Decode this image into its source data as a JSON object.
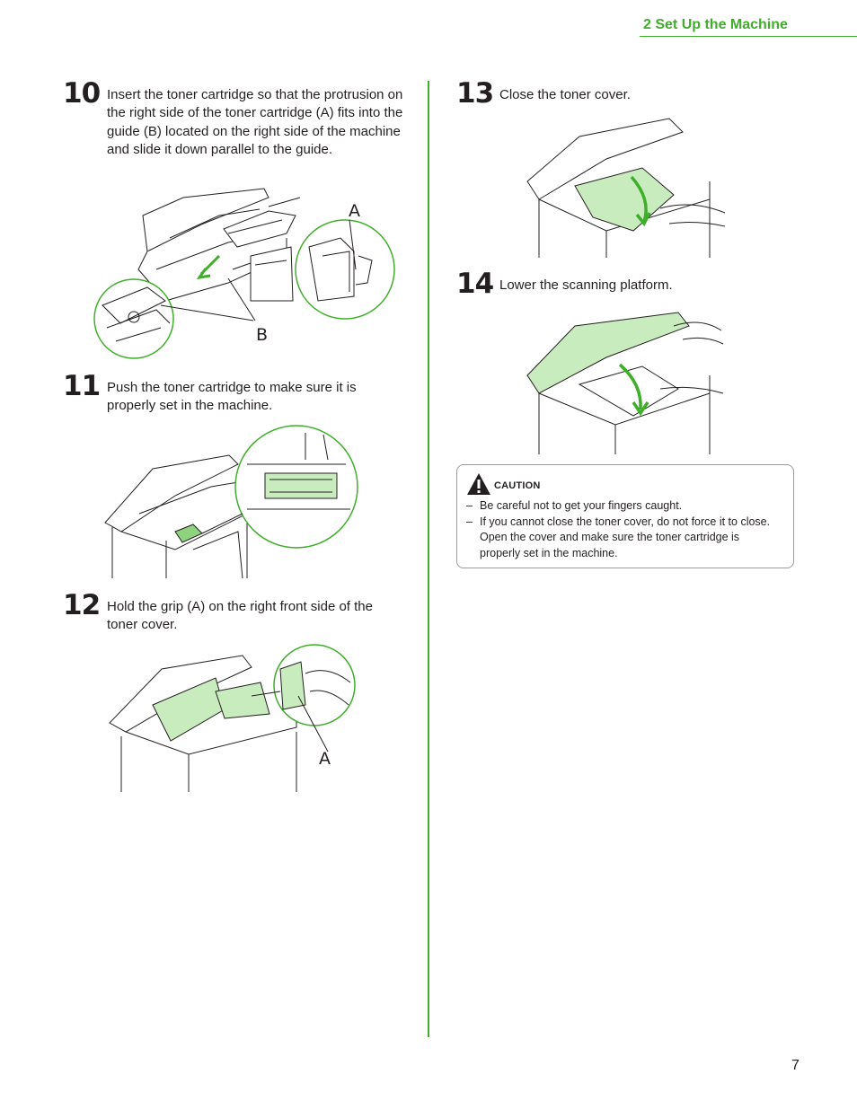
{
  "header": {
    "section_title": "2 Set Up the Machine"
  },
  "steps": [
    {
      "number": "10",
      "text": "Insert the toner cartridge so that the protrusion on the right side of the toner cartridge (A) fits into the guide (B) located on the right side of the machine and slide it down parallel to the guide.",
      "callouts": [
        "A",
        "B"
      ]
    },
    {
      "number": "11",
      "text": "Push the toner cartridge to make sure it is properly set in the machine."
    },
    {
      "number": "12",
      "text": "Hold the grip (A) on the right front side of the toner cover.",
      "callouts": [
        "A"
      ]
    },
    {
      "number": "13",
      "text": "Close the toner cover."
    },
    {
      "number": "14",
      "text": "Lower the scanning platform."
    }
  ],
  "caution": {
    "label": "CAUTION",
    "items": [
      "Be careful not to get your fingers caught.",
      "If you cannot close the toner cover, do not force it to close. Open the cover and make sure the toner cartridge is properly set in the machine."
    ]
  },
  "page_number": "7",
  "colors": {
    "accent": "#3fae2a",
    "highlight": "#c9ecbf",
    "text": "#231f20"
  }
}
